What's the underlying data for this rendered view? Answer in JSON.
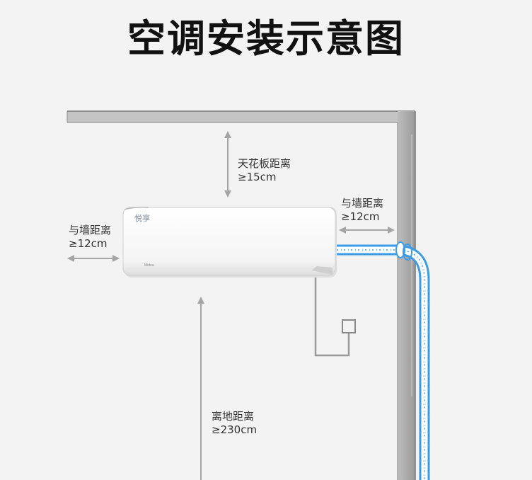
{
  "title": "空调安装示意图",
  "unit_logo": "悦享",
  "unit_brand": "Midea",
  "labels": {
    "ceiling": {
      "name": "天花板距离",
      "value": "≥15cm"
    },
    "left_wall": {
      "name": "与墙距离",
      "value": "≥12cm"
    },
    "right_wall": {
      "name": "与墙距离",
      "value": "≥12cm"
    },
    "floor": {
      "name": "离地距离",
      "value": "≥230cm"
    }
  },
  "colors": {
    "pipe": "#3a9be8",
    "wall": "#8c8c8c",
    "arrow": "#a5a5a5"
  }
}
